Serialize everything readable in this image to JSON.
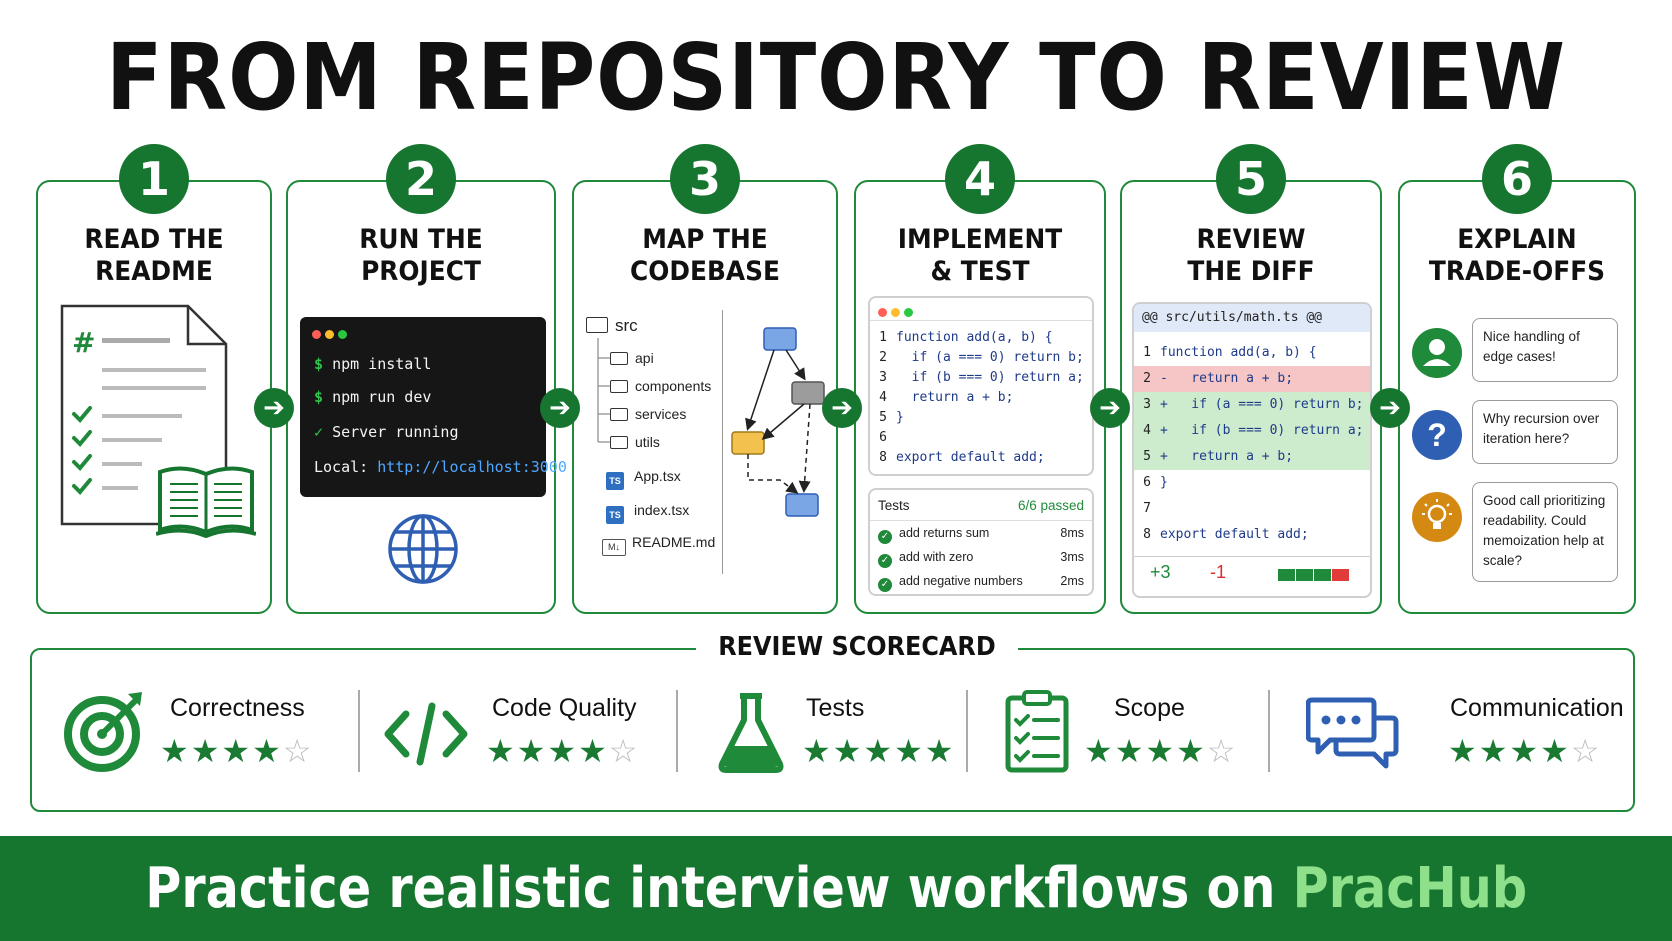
{
  "title": "FROM REPOSITORY TO REVIEW",
  "steps": [
    {
      "number": "1",
      "title_line1": "READ THE",
      "title_line2": "README"
    },
    {
      "number": "2",
      "title_line1": "RUN THE",
      "title_line2": "PROJECT",
      "terminal": {
        "cmd1": "npm install",
        "cmd2": "npm run dev",
        "status": "Server running",
        "local_label": "Local:",
        "local_url": "http://localhost:3000",
        "prompt": "$",
        "checkmark": "✓"
      }
    },
    {
      "number": "3",
      "title_line1": "MAP THE",
      "title_line2": "CODEBASE",
      "tree": {
        "root": "src",
        "folders": [
          "api",
          "components",
          "services",
          "utils"
        ],
        "files": [
          "App.tsx",
          "index.tsx",
          "README.md"
        ],
        "ts_badge": "TS",
        "md_badge": "M↓"
      }
    },
    {
      "number": "4",
      "title_line1": "IMPLEMENT",
      "title_line2": "& TEST",
      "code": [
        {
          "n": "1",
          "text": "function add(a, b) {"
        },
        {
          "n": "2",
          "text": "  if (a === 0) return b;"
        },
        {
          "n": "3",
          "text": "  if (b === 0) return a;"
        },
        {
          "n": "4",
          "text": "  return a + b;"
        },
        {
          "n": "5",
          "text": "}"
        },
        {
          "n": "6",
          "text": ""
        },
        {
          "n": "8",
          "text": "export default add;"
        }
      ],
      "tests": {
        "label": "Tests",
        "summary": "6/6 passed",
        "rows": [
          {
            "name": "add returns sum",
            "time": "8ms"
          },
          {
            "name": "add with zero",
            "time": "3ms"
          },
          {
            "name": "add negative numbers",
            "time": "2ms"
          }
        ]
      }
    },
    {
      "number": "5",
      "title_line1": "REVIEW",
      "title_line2": "THE DIFF",
      "diff": {
        "header": "@@ src/utils/math.ts @@",
        "lines": [
          {
            "n": "1",
            "text": "function add(a, b) {",
            "kind": "ctx"
          },
          {
            "n": "2",
            "text": "-   return a + b;",
            "kind": "del"
          },
          {
            "n": "3",
            "text": "+   if (a === 0) return b;",
            "kind": "add"
          },
          {
            "n": "4",
            "text": "+   if (b === 0) return a;",
            "kind": "add"
          },
          {
            "n": "5",
            "text": "+   return a + b;",
            "kind": "add"
          },
          {
            "n": "6",
            "text": "}",
            "kind": "ctx"
          },
          {
            "n": "7",
            "text": "",
            "kind": "ctx"
          },
          {
            "n": "8",
            "text": "export default add;",
            "kind": "ctx"
          }
        ],
        "added": "+3",
        "removed": "-1"
      }
    },
    {
      "number": "6",
      "title_line1": "EXPLAIN",
      "title_line2": "TRADE-OFFS",
      "comments": [
        "Nice handling of edge cases!",
        "Why recursion over iteration here?",
        "Good call prioritizing readability. Could memoization help at scale?"
      ],
      "question_glyph": "?"
    }
  ],
  "arrow_glyph": "➔",
  "scorecard": {
    "title": "REVIEW SCORECARD",
    "metrics": [
      {
        "label": "Correctness",
        "rating": 4,
        "max": 5,
        "icon": "target-icon"
      },
      {
        "label": "Code Quality",
        "rating": 4,
        "max": 5,
        "icon": "code-brackets-icon"
      },
      {
        "label": "Tests",
        "rating": 5,
        "max": 5,
        "icon": "flask-icon"
      },
      {
        "label": "Scope",
        "rating": 4,
        "max": 5,
        "icon": "clipboard-checklist-icon"
      },
      {
        "label": "Communication",
        "rating": 4,
        "max": 5,
        "icon": "chat-bubbles-icon"
      }
    ]
  },
  "banner": {
    "text": "Practice realistic interview workflows on ",
    "brand": "PracHub"
  },
  "colors": {
    "green": "#16752f",
    "brand_light": "#8fe08a",
    "diff_del": "#f6c6c6",
    "diff_add": "#cdeccd"
  }
}
